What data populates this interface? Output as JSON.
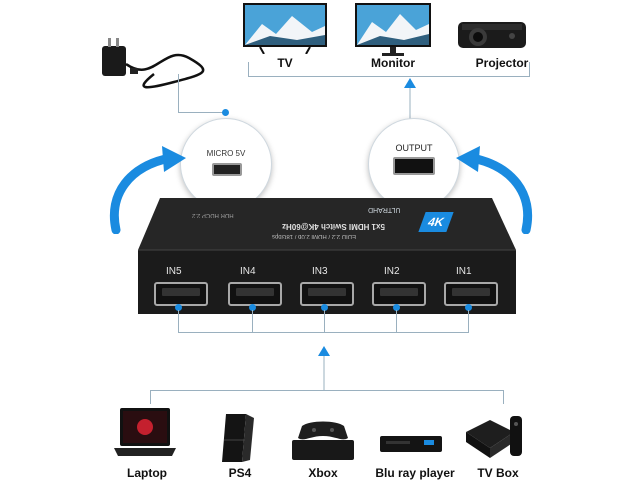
{
  "outputs": {
    "tv": "TV",
    "monitor": "Monitor",
    "projector": "Projector"
  },
  "switch": {
    "micro_port_label": "MICRO 5V",
    "output_port_label": "OUTPUT",
    "badge": "4K",
    "brand": "ULTRAHD",
    "model_line1": "5x1 HDMI Switch 4K@60Hz",
    "model_line2": "EDID 2.2 / HDMI 2.0b / 18Gbps",
    "model_line3": "HDR  HDCP 2.2",
    "inputs": [
      "IN5",
      "IN4",
      "IN3",
      "IN2",
      "IN1"
    ]
  },
  "sources": {
    "laptop": "Laptop",
    "ps4": "PS4",
    "xbox": "Xbox",
    "bluray": "Blu ray player",
    "tvbox": "TV Box"
  },
  "colors": {
    "accent_blue": "#1a8be0",
    "connector_line": "#9ab0bf",
    "device_body": "#1e1e1e"
  }
}
